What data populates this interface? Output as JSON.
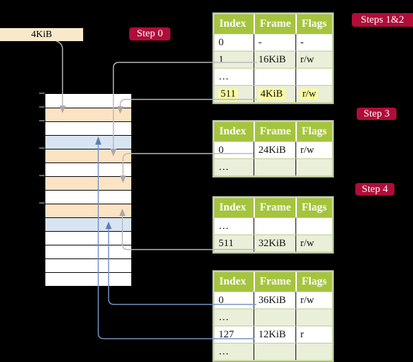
{
  "root_pointer": {
    "label": "4KiB"
  },
  "step_labels": {
    "step0": "Step 0",
    "steps_1_2": "Steps 1&2",
    "step3": "Step 3",
    "step4": "Step 4"
  },
  "page_tables": {
    "columns": [
      "Index",
      "Frame",
      "Flags"
    ],
    "tables": [
      {
        "rows": [
          [
            "0",
            "-",
            "-"
          ],
          [
            "1",
            "16KiB",
            "r/w"
          ],
          [
            "…",
            "",
            ""
          ],
          [
            "511",
            "4KiB",
            "r/w"
          ]
        ],
        "highlighted_row": 3
      },
      {
        "rows": [
          [
            "0",
            "24KiB",
            "r/w"
          ],
          [
            "…",
            "",
            ""
          ]
        ]
      },
      {
        "rows": [
          [
            "…",
            "",
            ""
          ],
          [
            "511",
            "32KiB",
            "r/w"
          ]
        ]
      },
      {
        "rows": [
          [
            "0",
            "36KiB",
            "r/w"
          ],
          [
            "…",
            "",
            ""
          ],
          [
            "127",
            "12KiB",
            "r"
          ],
          [
            "…",
            "",
            ""
          ]
        ]
      }
    ]
  },
  "memory_stack": {
    "rows": [
      "free",
      "page-table",
      "free",
      "mapped-page",
      "page-table",
      "free",
      "page-table",
      "free",
      "page-table",
      "mapped-page",
      "free",
      "free",
      "free",
      "free"
    ]
  },
  "colors": {
    "background": "#000000",
    "step_label_crimson": "#b00d39",
    "table_header_green": "#a5c43e",
    "table_row_green": "#e9efd9",
    "page_table_frame_orange": "#fce3c4",
    "mapped_page_frame_blue": "#d9e4f3",
    "highlight_yellow": "#fcfa9d",
    "root_pointer_cream": "#f7e9c9",
    "connector_grey": "#b9b9b9",
    "connector_blue": "#7494c8"
  }
}
